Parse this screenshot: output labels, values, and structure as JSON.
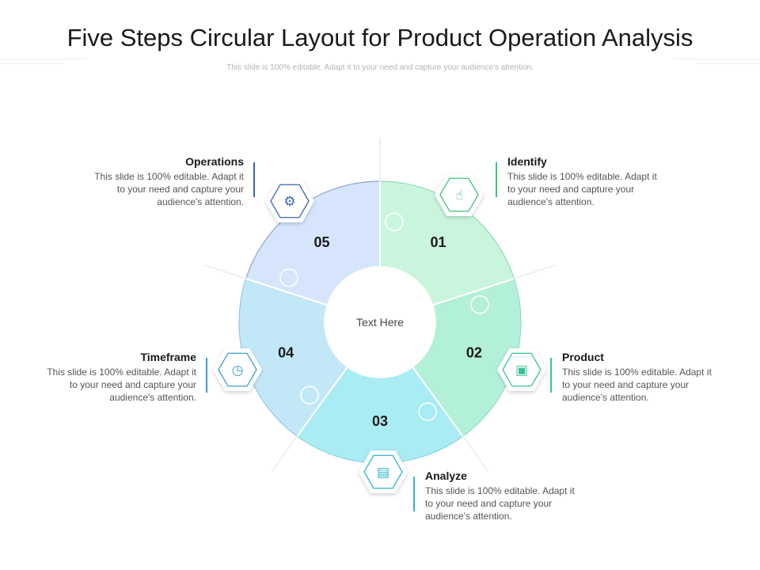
{
  "title": "Five Steps Circular Layout for Product Operation Analysis",
  "subtitle": "This slide is 100% editable. Adapt it to your need and capture your audience's attention.",
  "center_label": "Text Here",
  "steps": [
    {
      "number": "01",
      "heading": "Identify",
      "body": "This slide is 100% editable. Adapt it to your need and capture your audience's attention.",
      "icon": "hand-pointer-icon",
      "color": "#c9f5dd",
      "accent": "#3ac27a"
    },
    {
      "number": "02",
      "heading": "Product",
      "body": "This slide is 100% editable. Adapt it to your need and capture your audience's attention.",
      "icon": "box-icon",
      "color": "#b3f0d8",
      "accent": "#3ac29a"
    },
    {
      "number": "03",
      "heading": "Analyze",
      "body": "This slide is 100% editable. Adapt it to your need and capture your audience's attention.",
      "icon": "chart-icon",
      "color": "#a9ecf3",
      "accent": "#2bb4c9"
    },
    {
      "number": "04",
      "heading": "Timeframe",
      "body": "This slide is 100% editable. Adapt it to your need and capture your audience's attention.",
      "icon": "clock-icon",
      "color": "#c2e8f8",
      "accent": "#3a9fd0"
    },
    {
      "number": "05",
      "heading": "Operations",
      "body": "This slide is 100% editable. Adapt it to your need and capture your audience's attention.",
      "icon": "gear-icon",
      "color": "#d6e5fb",
      "accent": "#3a66b4"
    }
  ]
}
